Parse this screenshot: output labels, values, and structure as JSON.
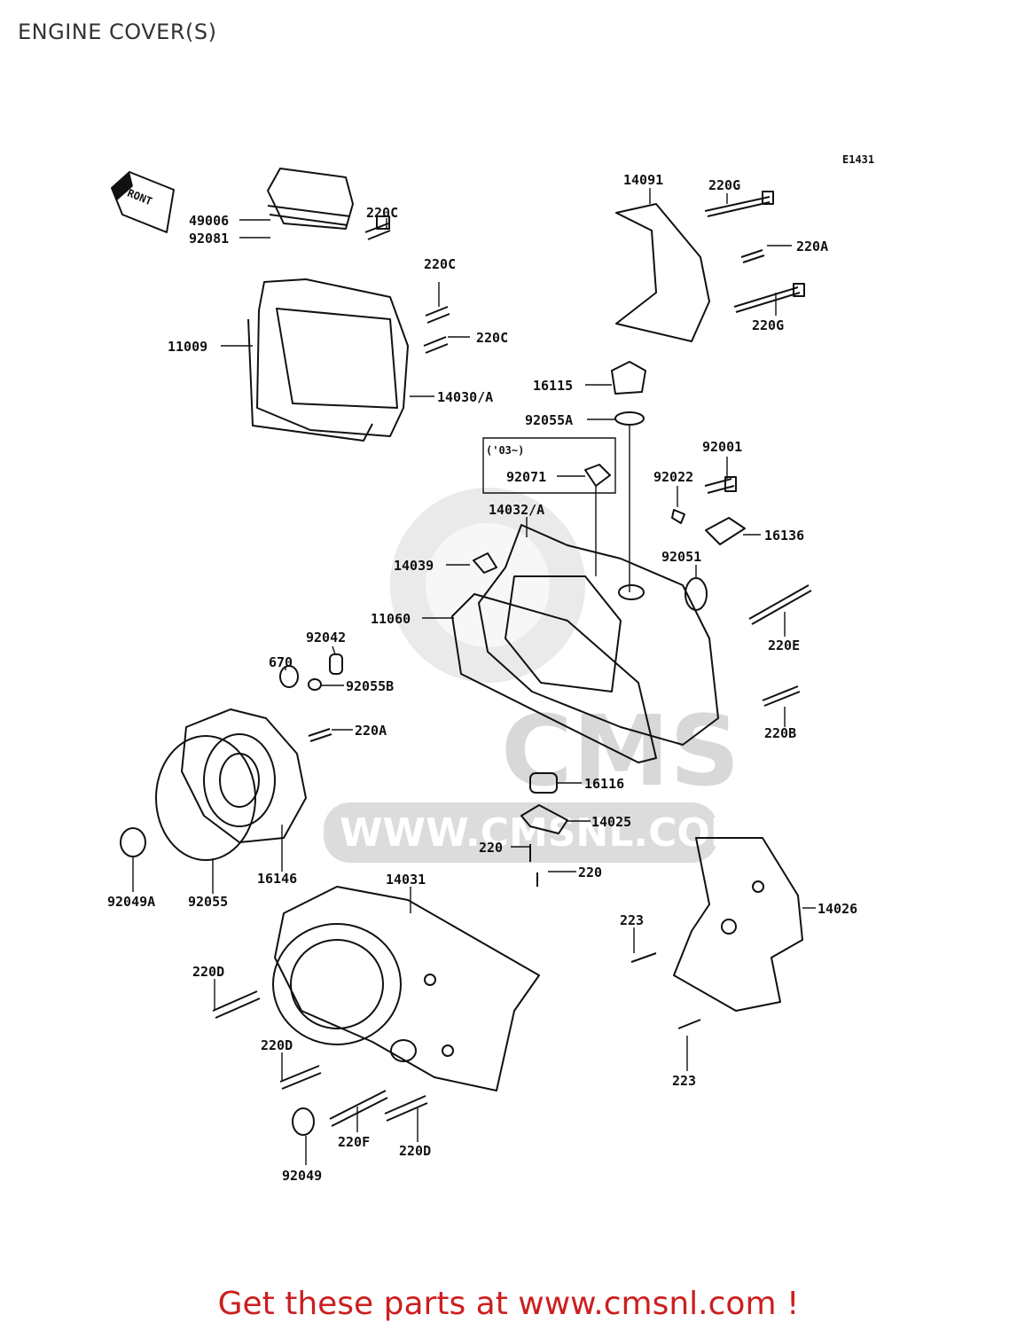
{
  "page": {
    "title": "ENGINE COVER(S)",
    "diagram_code": "E1431",
    "promo_text": "Get these parts at www.cmsnl.com !"
  },
  "watermark": {
    "logo_text": "CMS",
    "url_text": "WWW.CMSNL.COM"
  },
  "direction_marker": {
    "label": "FRONT"
  },
  "note_bracket": {
    "label": "('03~)"
  },
  "part_labels": {
    "p49006": "49006",
    "p92081": "92081",
    "p220c_1": "220C",
    "p220c_2": "220C",
    "p220c_3": "220C",
    "p11009": "11009",
    "p14030a": "14030/A",
    "p14091": "14091",
    "p220g_1": "220G",
    "p220a_1": "220A",
    "p220g_2": "220G",
    "p16115": "16115",
    "p92055a": "92055A",
    "p92071": "92071",
    "p14032a": "14032/A",
    "p92022": "92022",
    "p92001": "92001",
    "p16136": "16136",
    "p14039": "14039",
    "p92051": "92051",
    "p11060": "11060",
    "p220e": "220E",
    "p92042": "92042",
    "p670": "670",
    "p92055b": "92055B",
    "p220b": "220B",
    "p220a_2": "220A",
    "p16116": "16116",
    "p14025": "14025",
    "p220_1": "220",
    "p220_2": "220",
    "p92049a": "92049A",
    "p92055": "92055",
    "p16146": "16146",
    "p14031": "14031",
    "p14026": "14026",
    "p223_1": "223",
    "p220d_1": "220D",
    "p220d_2": "220D",
    "p223_2": "223",
    "p220f": "220F",
    "p220d_3": "220D",
    "p92049": "92049"
  }
}
